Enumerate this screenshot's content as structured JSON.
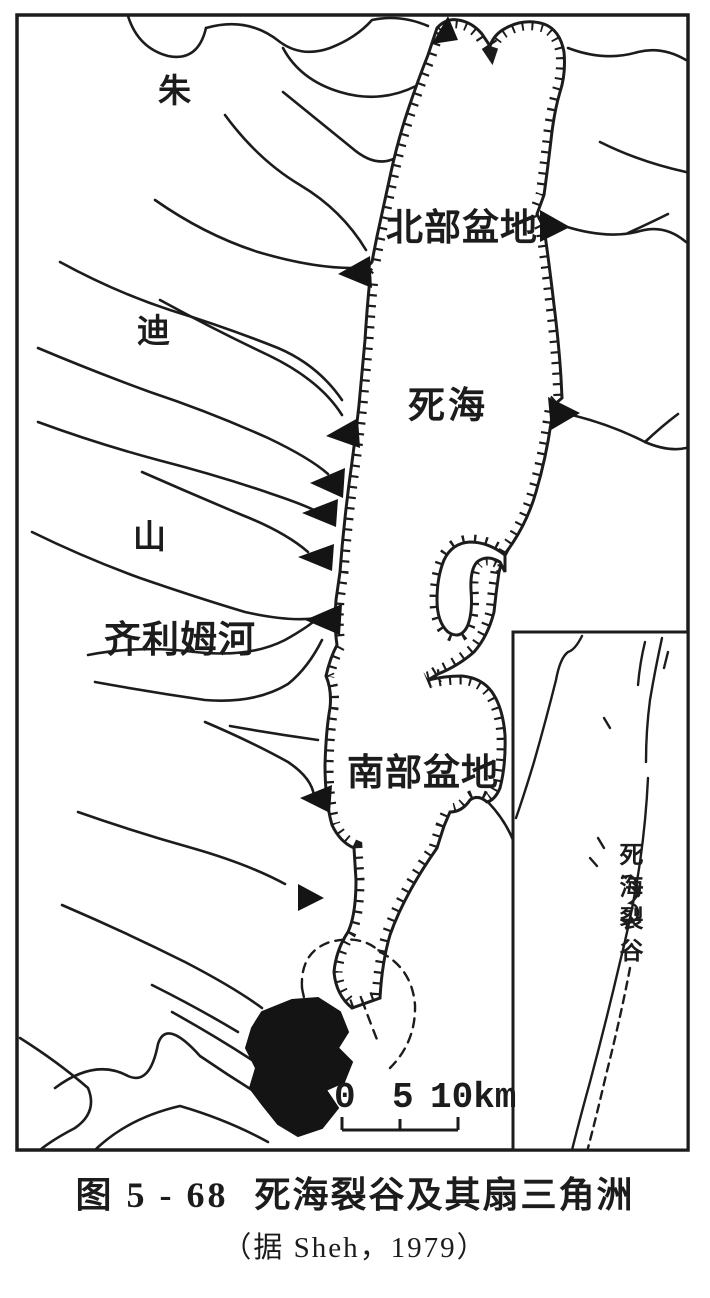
{
  "figure": {
    "caption": {
      "fig_no": "图 5 - 68",
      "title": "死海裂谷及其扇三角洲",
      "source": "（据 Sheh，1979）"
    }
  },
  "map": {
    "labels": {
      "zhu": "朱",
      "di": "迪",
      "shan": "山",
      "qilimu_river": "齐利姆河",
      "north_basin": "北部盆地",
      "dead_sea": "死海",
      "south_basin": "南部盆地"
    },
    "inset": {
      "rift_label": "死海裂谷"
    },
    "scale_bar": {
      "zero": "0",
      "five": "5",
      "ten": "10km"
    },
    "colors": {
      "ink": "#1c1c1c",
      "background": "#ffffff",
      "delta_fill": "#141414"
    }
  }
}
